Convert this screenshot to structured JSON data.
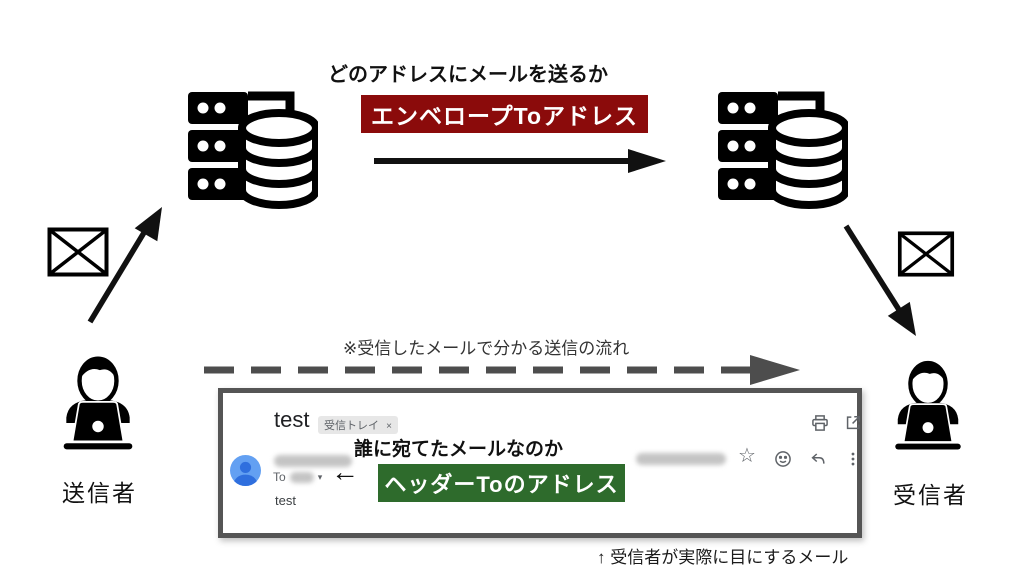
{
  "title": {
    "text": "どのアドレスにメールを送るか"
  },
  "envelope_box": {
    "label": "エンベロープToアドレス"
  },
  "header_box": {
    "label": "ヘッダーToのアドレス",
    "question": "誰に宛てたメールなのか"
  },
  "sender": {
    "label": "送信者"
  },
  "receiver": {
    "label": "受信者"
  },
  "dashed_note": {
    "text": "※受信したメールで分かる送信の流れ"
  },
  "bottom_caption": {
    "text": "↑ 受信者が実際に目にするメール"
  },
  "inset": {
    "subject": "test",
    "inbox_badge": "受信トレイ",
    "badge_close": "×",
    "to_label": "To",
    "dropdown": "▾",
    "arrow": "←",
    "body": "test"
  },
  "colors": {
    "envelope_red": "#8B0B0B",
    "header_green": "#2E6B2C",
    "dashed_gray": "#4D4D4D",
    "inset_border": "#555555",
    "icon_gray": "#5F6368",
    "avatar_blue": "#63A0F2",
    "avatar_person_blue": "#2F6FDE",
    "black": "#111111"
  }
}
